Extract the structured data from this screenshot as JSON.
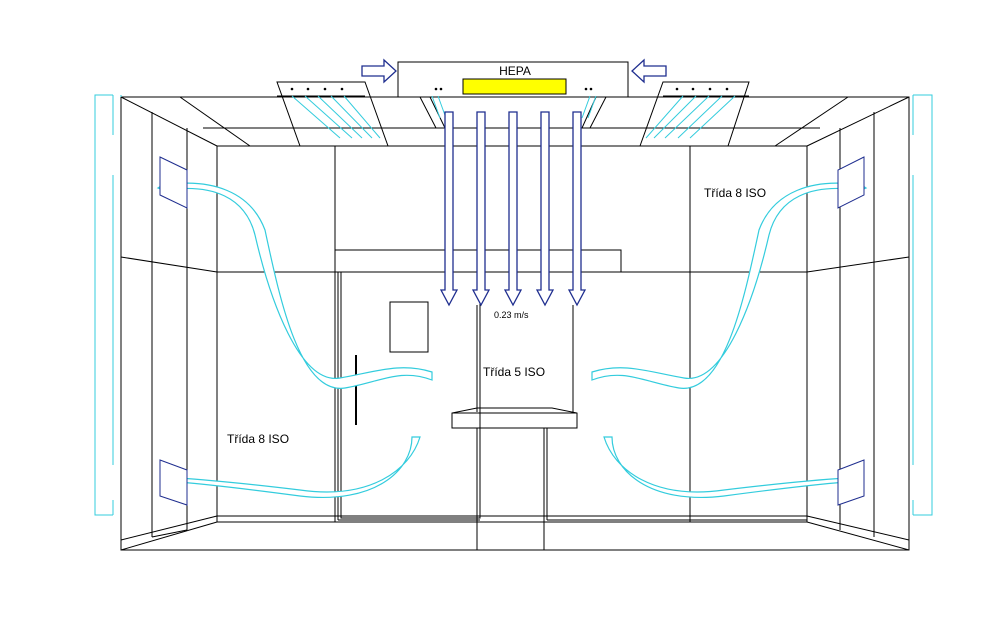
{
  "labels": {
    "hepa": "HEPA",
    "velocity": "0.23 m/s",
    "class_center": "Třída 5 ISO",
    "class_left": "Třída 8 ISO",
    "class_right": "Třída 8 ISO"
  },
  "colors": {
    "line": "#000000",
    "airflow": "#33ccdd",
    "supply_arrow": "#1f2e8f",
    "hepa_filter": "#ffff00",
    "background": "#ffffff"
  },
  "icons": {
    "supply_arrows": "down-arrow",
    "inlet_arrows": "right-left-arrow"
  }
}
